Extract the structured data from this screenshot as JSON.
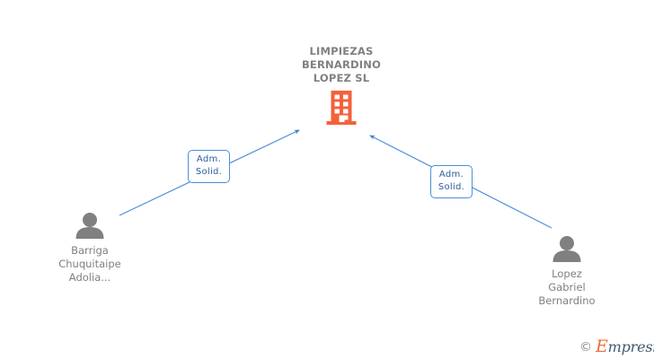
{
  "diagram": {
    "type": "company-relationship-graph",
    "background_color": "#ffffff",
    "company": {
      "name": "LIMPIEZAS\nBERNARDINO\nLOPEZ SL",
      "icon": "building-icon",
      "icon_color": "#f4613a",
      "label_color": "#808080"
    },
    "people": [
      {
        "id": "person-left",
        "name": "Barriga\nChuquitaipe\nAdolia...",
        "icon": "person-icon",
        "icon_color": "#808080",
        "label_color": "#808080"
      },
      {
        "id": "person-right",
        "name": "Lopez\nGabriel\nBernardino",
        "icon": "person-icon",
        "icon_color": "#808080",
        "label_color": "#808080"
      }
    ],
    "edges": [
      {
        "id": "edge-left",
        "from": "person-left",
        "to": "company",
        "label": "Adm.\nSolid.",
        "line_color": "#4a90d9",
        "label_text_color": "#2a5d9e",
        "label_border_color": "#4a90d9"
      },
      {
        "id": "edge-right",
        "from": "person-right",
        "to": "company",
        "label": "Adm.\nSolid.",
        "line_color": "#4a90d9",
        "label_text_color": "#2a5d9e",
        "label_border_color": "#4a90d9"
      }
    ]
  },
  "watermark": {
    "copyright_symbol": "©",
    "brand_initial": "E",
    "brand_rest": "mpresia",
    "brand_initial_color": "#ef6c33",
    "brand_rest_color": "#3d5a6c"
  }
}
